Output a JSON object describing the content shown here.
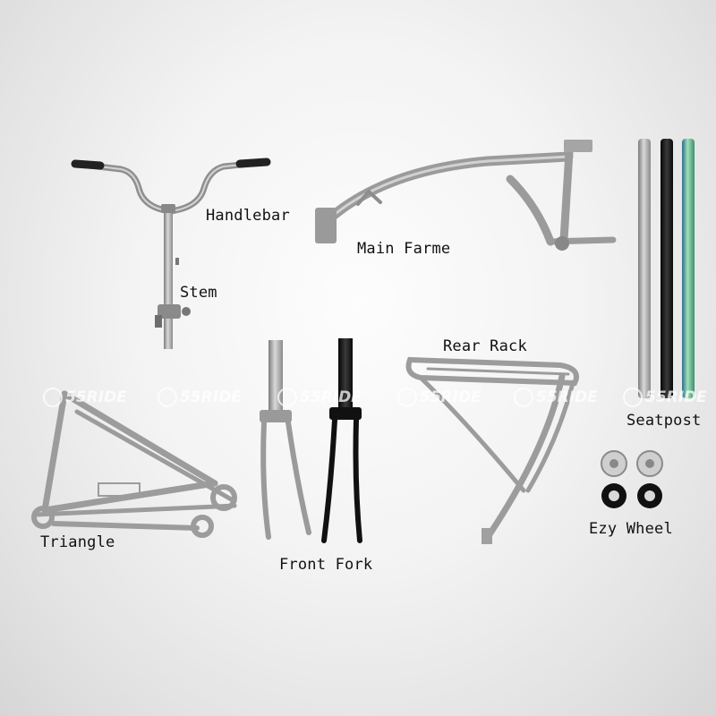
{
  "labels": {
    "handlebar": "Handlebar",
    "main_frame": "Main Farme",
    "stem": "Stem",
    "rear_rack": "Rear Rack",
    "seatpost": "Seatpost",
    "triangle": "Triangle",
    "front_fork": "Front Fork",
    "ezy_wheel": "Ezy Wheel"
  },
  "watermark": "55RIDE",
  "colors": {
    "silver": "#9a9a9a",
    "silver_light": "#c8c8c8",
    "black": "#151515",
    "seatpost_green": "#4fa88a",
    "grip": "#2a2a2a"
  }
}
